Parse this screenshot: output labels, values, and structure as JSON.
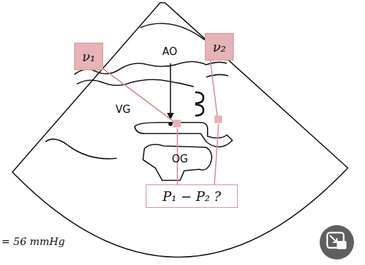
{
  "diagram": {
    "nodes": [
      {
        "text": [
          "ν₁"
        ]
      },
      {
        "text": [
          "ν₂"
        ]
      },
      {
        "text": [
          "P₁ − P₂ ?"
        ]
      }
    ],
    "labels": [
      "AO",
      "VG",
      "OG",
      "= 56 mmHg"
    ]
  }
}
